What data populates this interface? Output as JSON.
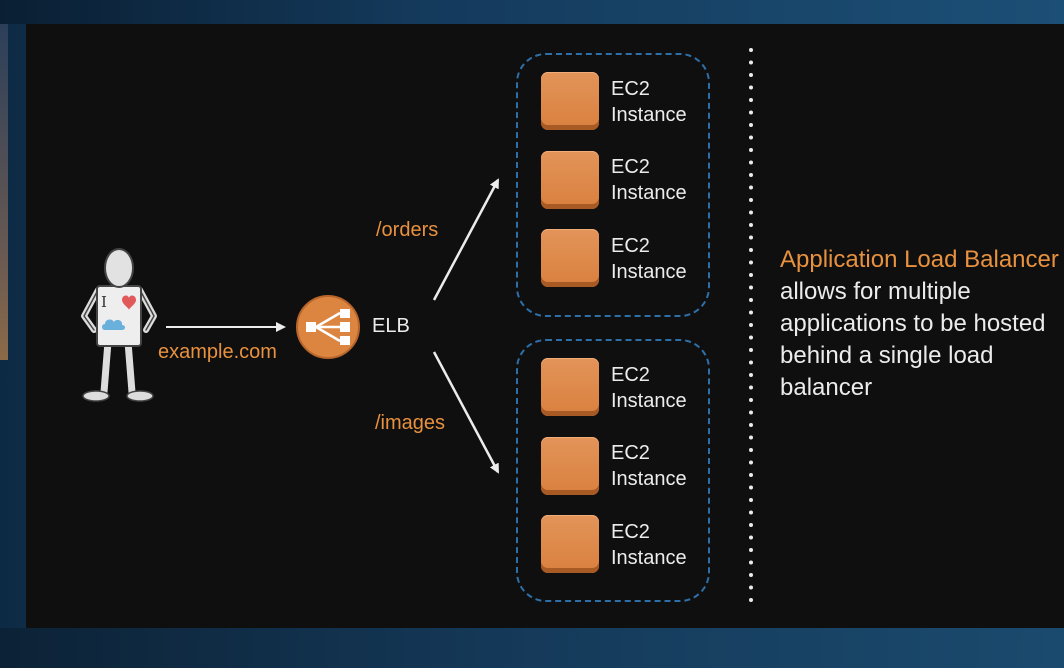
{
  "user": {
    "shirt_text": "I"
  },
  "request": {
    "domain": "example.com"
  },
  "load_balancer": {
    "label": "ELB"
  },
  "routes": [
    {
      "path": "/orders"
    },
    {
      "path": "/images"
    }
  ],
  "ec2_instances": [
    {
      "line1": "EC2",
      "line2": "Instance"
    },
    {
      "line1": "EC2",
      "line2": "Instance"
    },
    {
      "line1": "EC2",
      "line2": "Instance"
    },
    {
      "line1": "EC2",
      "line2": "Instance"
    },
    {
      "line1": "EC2",
      "line2": "Instance"
    },
    {
      "line1": "EC2",
      "line2": "Instance"
    }
  ],
  "description": {
    "highlight": "Application Load Balancer",
    "rest": "allows for multiple applications to be hosted behind a single load balancer"
  },
  "colors": {
    "accent_orange": "#e8913f",
    "ec2_orange": "#d9803f",
    "group_border_blue": "#2f6fa8",
    "slide_background": "#0f0f0f"
  }
}
